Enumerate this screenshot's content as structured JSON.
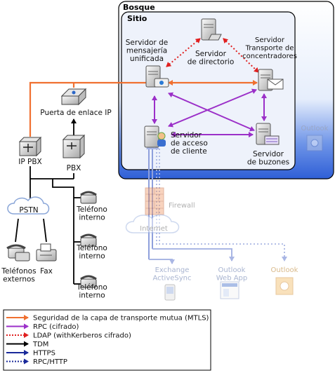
{
  "forest": {
    "label": "Bosque"
  },
  "site": {
    "label": "Sitio"
  },
  "nodes": {
    "um_server": [
      "Servidor de",
      "mensajería",
      "unificada"
    ],
    "directory_server": [
      "Servidor",
      "de directorio"
    ],
    "hub_server": [
      "Servidor",
      "Transporte de",
      "concentradores"
    ],
    "cas_server": [
      "Servidor",
      "de acceso",
      "de cliente"
    ],
    "mailbox_server": [
      "Servidor",
      "de buzones"
    ],
    "ip_gateway": [
      "Puerta de enlace IP"
    ],
    "ip_pbx": [
      "IP PBX"
    ],
    "pbx": [
      "PBX"
    ],
    "pstn": [
      "PSTN"
    ],
    "external_phones": [
      "Teléfonos",
      "externos"
    ],
    "fax": [
      "Fax"
    ],
    "internal_phone_1": [
      "Teléfono",
      "interno"
    ],
    "internal_phone_2": [
      "Teléfono",
      "interno"
    ],
    "internal_phone_3": [
      "Teléfono",
      "interno"
    ],
    "outlook_top": [
      "Outlook"
    ],
    "firewall": [
      "Firewall"
    ],
    "internet": [
      "Internet"
    ],
    "exchange_activesync": [
      "Exchange",
      "ActiveSync"
    ],
    "outlook_web_app": [
      "Outlook",
      "Web App"
    ],
    "outlook_bottom": [
      "Outlook"
    ]
  },
  "legend": [
    {
      "label": "Seguridad de la capa de transporte mutua (MTLS)",
      "color": "#f07030",
      "style": "solid"
    },
    {
      "label": "RPC (cifrado)",
      "color": "#9b30c8",
      "style": "solid"
    },
    {
      "label": "LDAP (withKerberos cifrado)",
      "color": "#e02020",
      "style": "dotted"
    },
    {
      "label": "TDM",
      "color": "#000000",
      "style": "solid"
    },
    {
      "label": "HTTPS",
      "color": "#1a2a9a",
      "style": "solid"
    },
    {
      "label": "RPC/HTTP",
      "color": "#1a2a9a",
      "style": "dotted"
    }
  ]
}
